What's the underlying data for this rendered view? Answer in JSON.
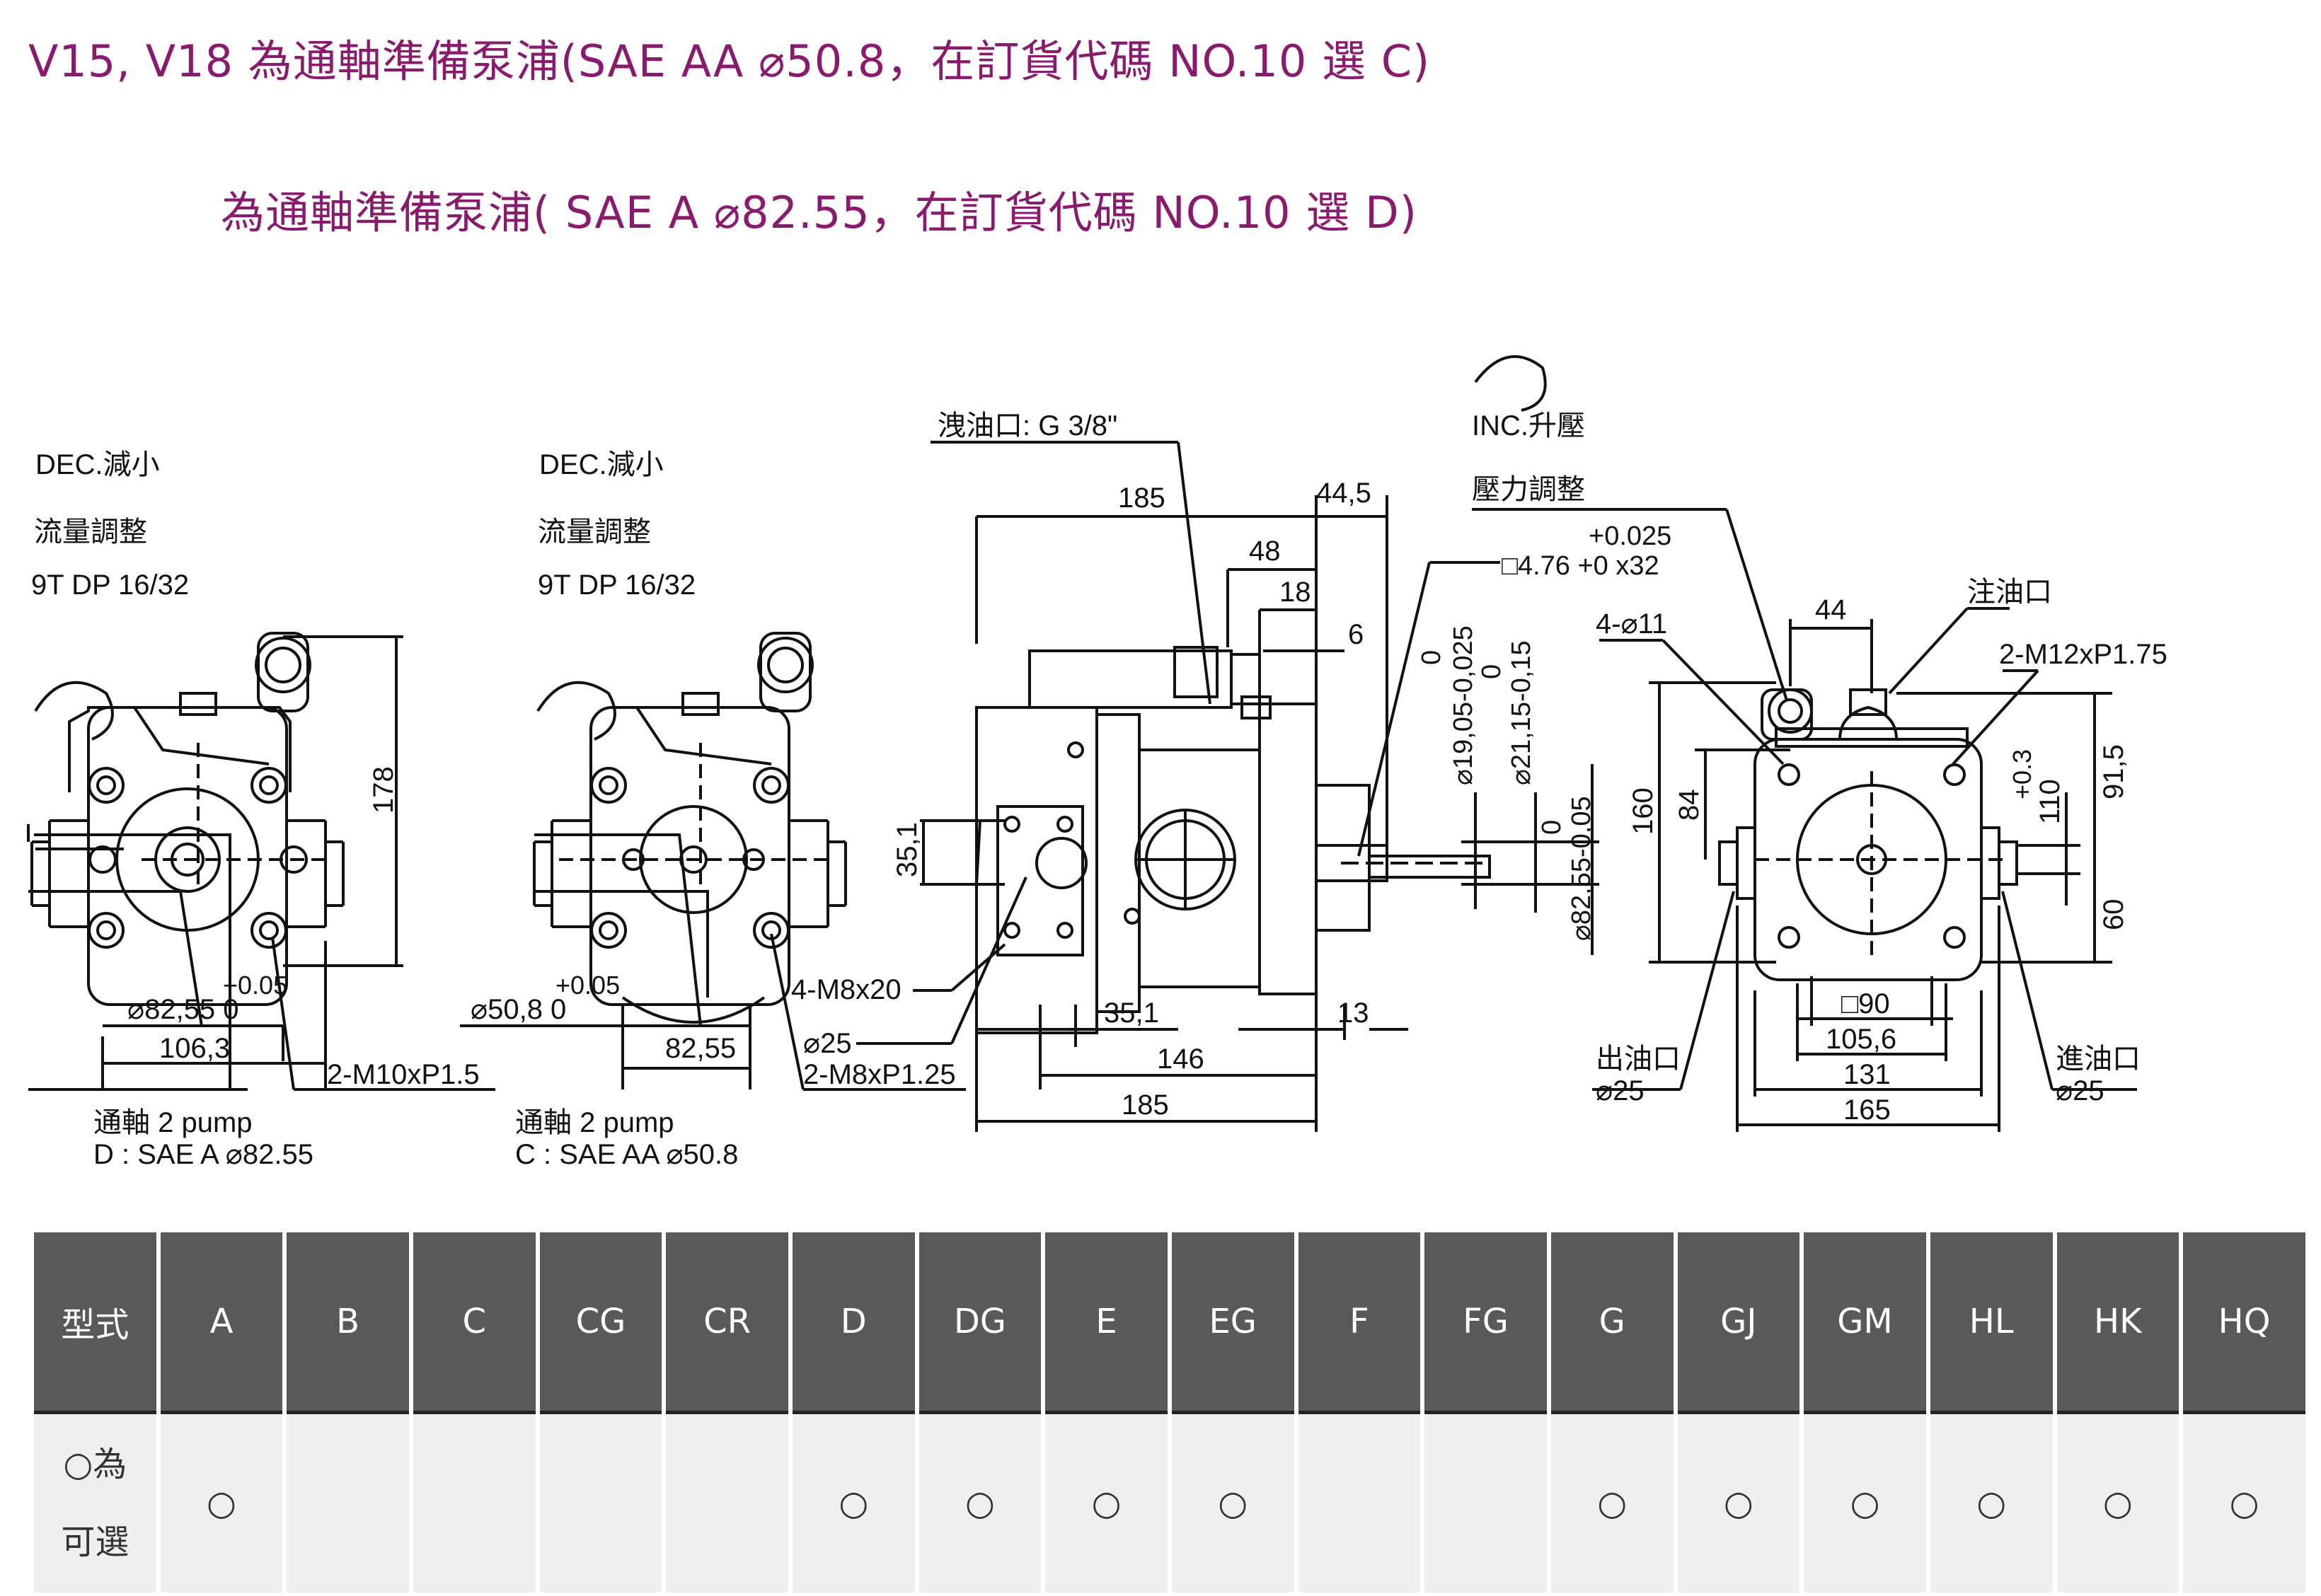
{
  "titles": {
    "line1": "V15, V18  為通軸準備泵浦(SAE AA ⌀50.8，在訂貨代碼 NO.10 選 C)",
    "line2": "為通軸準備泵浦( SAE A ⌀82.55，在訂貨代碼 NO.10 選 D)"
  },
  "drawing": {
    "view1": {
      "rotation": "DEC.減小",
      "flow_adjust": "流量調整",
      "spline": "9T DP 16/32",
      "height": "178",
      "tol_plus": "+0.05",
      "pilot": "⌀82,55  0",
      "width": "106,3",
      "bolts": "2-M10xP1.5",
      "note1": "通軸 2 pump",
      "note2": "D : SAE A ⌀82.55"
    },
    "view2": {
      "rotation": "DEC.減小",
      "flow_adjust": "流量調整",
      "spline": "9T DP 16/32",
      "tol_plus": "+0.05",
      "pilot": "⌀50,8  0",
      "width": "82,55",
      "bolts": "2-M8xP1.25",
      "note1": "通軸 2 pump",
      "note2": "C : SAE AA ⌀50.8"
    },
    "side": {
      "drain": "洩油口: G 3/8\"",
      "len_top": "185",
      "d_445": "44,5",
      "d_48": "48",
      "d_18": "18",
      "d_6": "6",
      "d_351v": "35,1",
      "bolts": "4-M8x20",
      "port": "⌀25",
      "d_351h": "35,1",
      "d_146": "146",
      "len_bottom": "185",
      "d_13": "13",
      "key_tol": "+0.025",
      "key": "□4.76 +0 x32",
      "shaft1": "⌀19,05-0,025",
      "shaft1_top": "0",
      "shaft2": "⌀21,15-0,15",
      "shaft2_top": "0",
      "pilot": "⌀82,55-0,05",
      "pilot_top": "0"
    },
    "front": {
      "rotation": "INC.升壓",
      "pressure_adjust": "壓力調整",
      "holes": "4-⌀11",
      "d_44": "44",
      "fill_port": "注油口",
      "fill_thread": "2-M12xP1.75",
      "h_160": "160",
      "h_84": "84",
      "h_915": "91,5",
      "h_110": "110",
      "h_tol": "+0.3",
      "h_60": "60",
      "sq_90": "□90",
      "w_1056": "105,6",
      "w_131": "131",
      "w_165": "165",
      "out_port": "出油口",
      "out_size": "⌀25",
      "in_port": "進油口",
      "in_size": "⌀25"
    }
  },
  "table": {
    "header_label": "型式",
    "columns": [
      "A",
      "B",
      "C",
      "CG",
      "CR",
      "D",
      "DG",
      "E",
      "EG",
      "F",
      "FG",
      "G",
      "GJ",
      "GM",
      "HL",
      "HK",
      "HQ"
    ],
    "row_label_line1": "○為",
    "row_label_line2": "可選",
    "marks": [
      "○",
      "",
      "",
      "",
      "",
      "○",
      "○",
      "○",
      "○",
      "",
      "",
      "○",
      "○",
      "○",
      "○",
      "○",
      "○"
    ]
  }
}
